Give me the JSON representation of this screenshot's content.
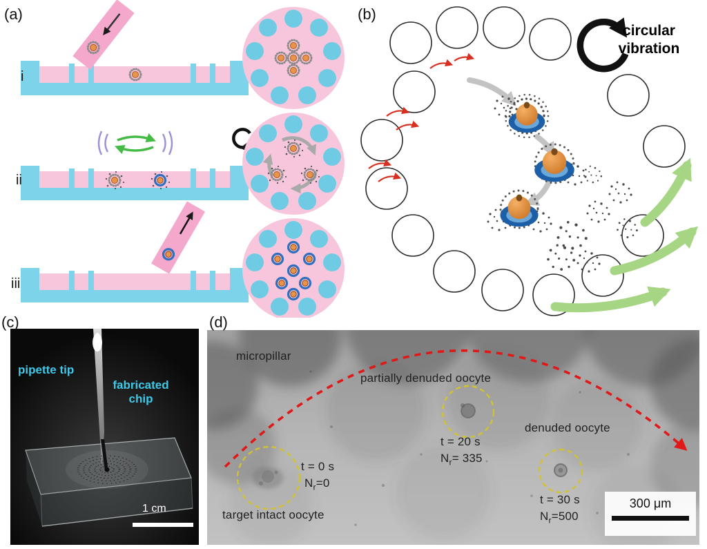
{
  "panels": {
    "a": {
      "label": "(a)",
      "steps": [
        "i",
        "ii",
        "iii"
      ]
    },
    "b": {
      "label": "(b)",
      "vibration_label": "circular\nvibration"
    },
    "c": {
      "label": "(c)",
      "pipette_label": "pipette tip",
      "chip_label": "fabricated\nchip",
      "scale_label": "1 cm"
    },
    "d": {
      "label": "(d)",
      "micropillar_label": "micropillar",
      "partially_denuded_label": "partially denuded oocyte",
      "denuded_label": "denuded oocyte",
      "target_label": "target intact oocyte",
      "t0": {
        "time": "t = 0 s",
        "n_prefix": "N",
        "n_sub": "r",
        "n_value": "=0"
      },
      "t20": {
        "time": "t = 20 s",
        "n_prefix": "N",
        "n_sub": "r",
        "n_value": "= 335"
      },
      "t30": {
        "time": "t = 30 s",
        "n_prefix": "N",
        "n_sub": "r",
        "n_value": "=500"
      },
      "scale_label": "300 μm"
    }
  },
  "colors": {
    "chip_blue": "#7dd4ea",
    "media_pink": "#f8c6dc",
    "pipette_pink": "#f4a8cc",
    "oocyte_orange": "#e8944a",
    "zona_blue": "#2f6fbe",
    "arrow_green": "#a6d584",
    "arrow_red": "#d83020",
    "annotation_cyan": "#3ec9e9",
    "annotation_yellow": "#d2c230",
    "trajectory_red": "#e01818"
  }
}
